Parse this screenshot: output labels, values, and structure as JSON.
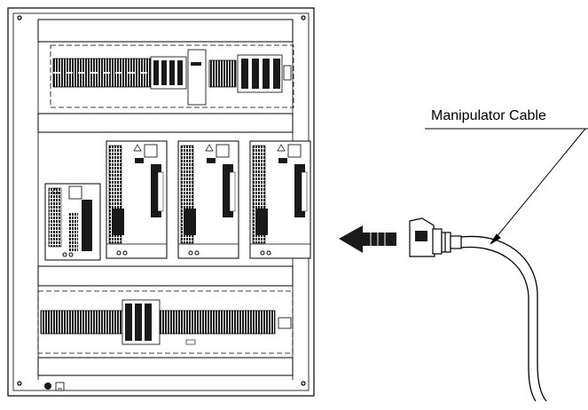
{
  "diagram": {
    "callout": {
      "label": "Manipulator Cable"
    },
    "cabinet": {
      "rails": [
        "top-terminal-rail",
        "bottom-terminal-rail"
      ],
      "modules": [
        {
          "id": "module-1",
          "kind": "controller-module"
        },
        {
          "id": "module-2",
          "kind": "servo-drive"
        },
        {
          "id": "module-3",
          "kind": "servo-drive"
        },
        {
          "id": "module-4",
          "kind": "servo-drive"
        }
      ]
    },
    "arrow": {
      "direction": "left"
    },
    "colors": {
      "line": "#000000",
      "background": "#ffffff",
      "fill_dark": "#1a1a1a"
    }
  }
}
